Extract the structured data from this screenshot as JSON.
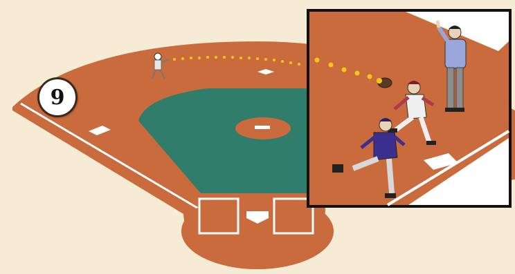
{
  "scene": {
    "play_number": "9"
  },
  "colors": {
    "background": "#f6ecd5",
    "dirt": "#c96b3c",
    "grass": "#2f7d6a",
    "base_white": "#ffffff",
    "chalk": "#ffffff",
    "ball": "#f5c518",
    "inset_border": "#111111",
    "inset_bg": "#ffffff"
  },
  "icons": {
    "outfielder": "outfielder-figure",
    "runner": "baserunner-figure",
    "fielder": "first-baseman-figure",
    "umpire": "umpire-figure"
  }
}
